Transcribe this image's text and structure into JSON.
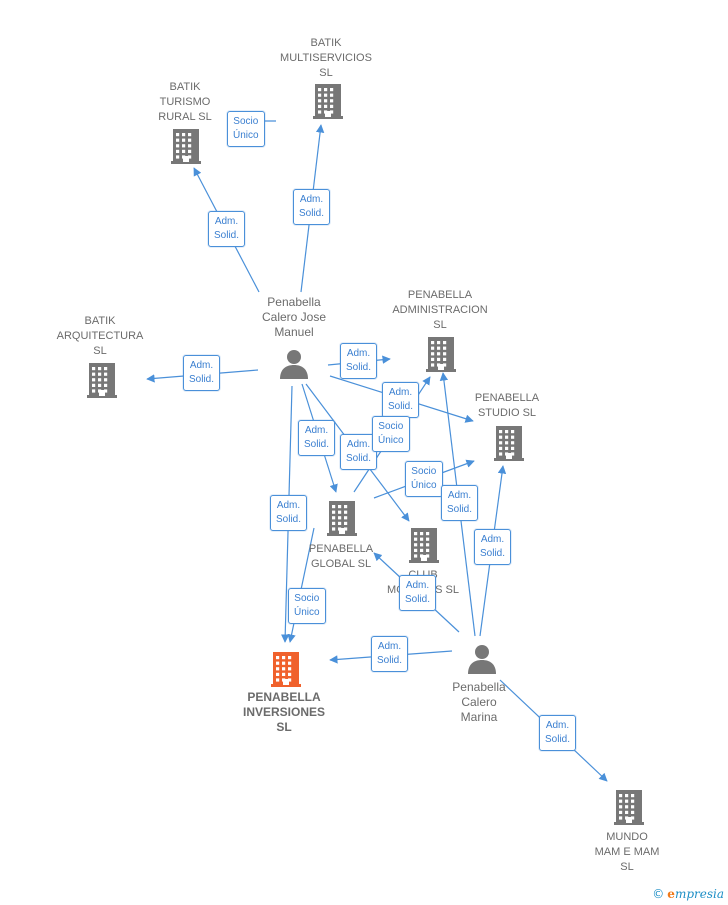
{
  "colors": {
    "edge": "#4a90d9",
    "company": "#777777",
    "highlight": "#f0612c",
    "person": "#777777"
  },
  "nodes": [
    {
      "id": "multiservicios",
      "type": "company",
      "label": "BATIK\nMULTISERVICIOS\nSL"
    },
    {
      "id": "turismo",
      "type": "company",
      "label": "BATIK\nTURISMO\nRURAL  SL"
    },
    {
      "id": "arquitectura",
      "type": "company",
      "label": "BATIK\nARQUITECTURA\nSL"
    },
    {
      "id": "administracion",
      "type": "company",
      "label": "PENABELLA\nADMINISTRACION\nSL"
    },
    {
      "id": "studio",
      "type": "company",
      "label": "PENABELLA\nSTUDIO  SL"
    },
    {
      "id": "global",
      "type": "company",
      "label": "PENABELLA\nGLOBAL SL"
    },
    {
      "id": "club",
      "type": "company",
      "label": "CLUB\nMOTORES  SL"
    },
    {
      "id": "inversiones",
      "type": "company-highlight",
      "label": "PENABELLA\nINVERSIONES\nSL"
    },
    {
      "id": "mundo",
      "type": "company",
      "label": "MUNDO\nMAM E MAM\nSL"
    },
    {
      "id": "jose",
      "type": "person",
      "label": "Penabella\nCalero Jose\nManuel"
    },
    {
      "id": "marina",
      "type": "person",
      "label": "Penabella\nCalero\nMarina"
    }
  ],
  "edges": [
    {
      "from": "turismo",
      "to": "multiservicios",
      "label": "Socio\nÚnico"
    },
    {
      "from": "jose",
      "to": "multiservicios",
      "label": "Adm.\nSolid."
    },
    {
      "from": "jose",
      "to": "turismo",
      "label": "Adm.\nSolid."
    },
    {
      "from": "jose",
      "to": "arquitectura",
      "label": "Adm.\nSolid."
    },
    {
      "from": "jose",
      "to": "administracion",
      "label": "Adm.\nSolid."
    },
    {
      "from": "jose",
      "to": "studio",
      "label": "Adm.\nSolid."
    },
    {
      "from": "jose",
      "to": "global",
      "label": "Adm.\nSolid."
    },
    {
      "from": "jose",
      "to": "club",
      "label": "Adm.\nSolid."
    },
    {
      "from": "global",
      "to": "administracion",
      "label": "Socio\nÚnico"
    },
    {
      "from": "global",
      "to": "studio",
      "label": "Socio\nÚnico"
    },
    {
      "from": "jose",
      "to": "inversiones",
      "label": "Adm.\nSolid."
    },
    {
      "from": "global",
      "to": "inversiones",
      "label": "Socio\nÚnico"
    },
    {
      "from": "marina",
      "to": "administracion",
      "label": "Adm.\nSolid."
    },
    {
      "from": "marina",
      "to": "studio",
      "label": "Adm.\nSolid."
    },
    {
      "from": "marina",
      "to": "club",
      "label": "Adm.\nSolid."
    },
    {
      "from": "marina",
      "to": "inversiones",
      "label": "Adm.\nSolid."
    },
    {
      "from": "marina",
      "to": "mundo",
      "label": "Adm.\nSolid."
    }
  ],
  "footer": {
    "copyright": "©",
    "brand_initial": "e",
    "brand_rest": "mpresia"
  }
}
